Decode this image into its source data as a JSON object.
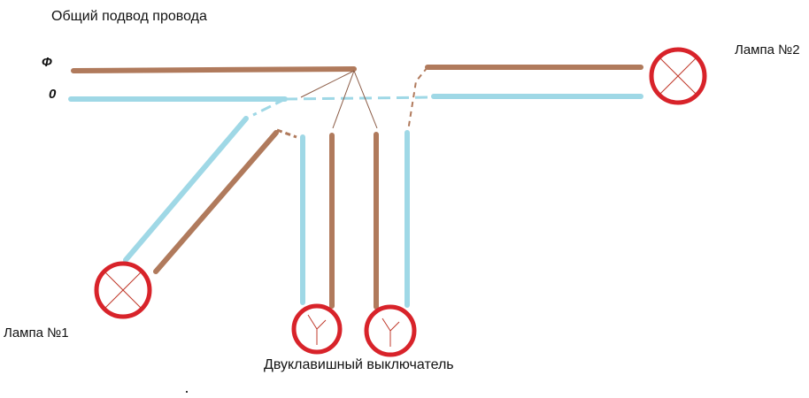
{
  "labels": {
    "title": "Общий подвод провода",
    "phase": "Ф",
    "neutral": "0",
    "lamp_2": "Лампа №2",
    "lamp_1": "Лампа №1",
    "switch": "Двуклавишный выключатель"
  },
  "colors": {
    "phase_wire": "#b07a5c",
    "neutral_wire": "#9fd8e6",
    "lamp_ring": "#d8232a",
    "lamp_cross": "#c0392b",
    "junction_line": "#8a5a44"
  },
  "elements": {
    "lamp_icon": "lamp-cross-icon",
    "switch_icon": "switch-key-icon"
  }
}
